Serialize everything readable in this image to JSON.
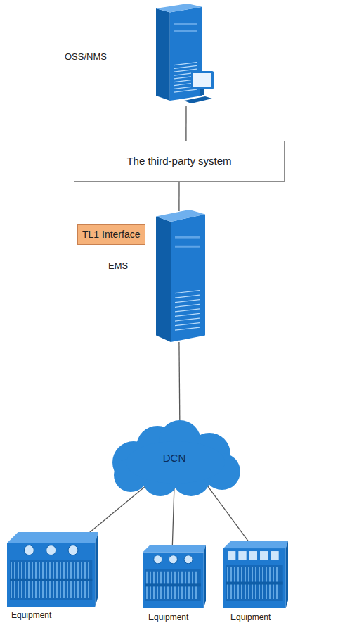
{
  "diagram": {
    "nodes": [
      {
        "text": [
          "OSS/NMS"
        ]
      },
      {
        "text": [
          "The third-party system"
        ]
      },
      {
        "text": [
          "EMS"
        ]
      },
      {
        "text": [
          "DCN"
        ]
      },
      {
        "text": [
          "Equipment"
        ]
      },
      {
        "text": [
          "Equipment"
        ]
      },
      {
        "text": [
          "Equipment"
        ]
      }
    ],
    "edges": [
      {
        "from": 0,
        "to": 1,
        "arrow": "none"
      },
      {
        "from": 1,
        "to": 2,
        "arrow": "none",
        "label": "TL1 Interface"
      },
      {
        "from": 2,
        "to": 3,
        "arrow": "none"
      },
      {
        "from": 3,
        "to": 4,
        "arrow": "none"
      },
      {
        "from": 3,
        "to": 5,
        "arrow": "none"
      },
      {
        "from": 3,
        "to": 6,
        "arrow": "none"
      }
    ]
  }
}
